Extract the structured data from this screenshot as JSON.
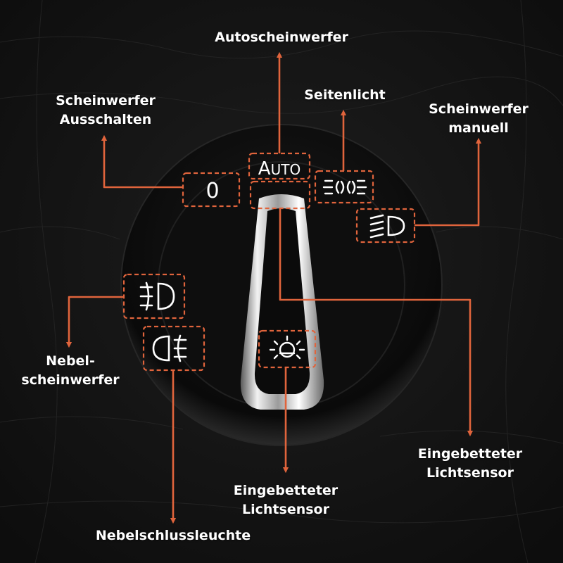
{
  "colors": {
    "accent": "#e0643c",
    "background": "#141414",
    "knob": "#0b0b0b",
    "symbol": "#ffffff"
  },
  "labels": {
    "auto_headlights": "Autoscheinwerfer",
    "headlights_off": [
      "Scheinwerfer",
      "Ausschalten"
    ],
    "side_light": "Seitenlicht",
    "headlights_manual": [
      "Scheinwerfer",
      "manuell"
    ],
    "fog_lights": [
      "Nebel-",
      "scheinwerfer"
    ],
    "light_sensor_right": [
      "Eingebetteter",
      "Lichtsensor"
    ],
    "light_sensor_bottom": [
      "Eingebetteter",
      "Lichtsensor"
    ],
    "rear_fog_light": "Nebelschlussleuchte"
  },
  "switch": {
    "off_symbol": "0",
    "auto_symbol": "AUTO",
    "icons": [
      "headlights-off-icon",
      "auto-icon",
      "side-light-icon",
      "low-beam-icon",
      "front-fog-light-icon",
      "rear-fog-light-icon",
      "light-sensor-icon"
    ]
  }
}
